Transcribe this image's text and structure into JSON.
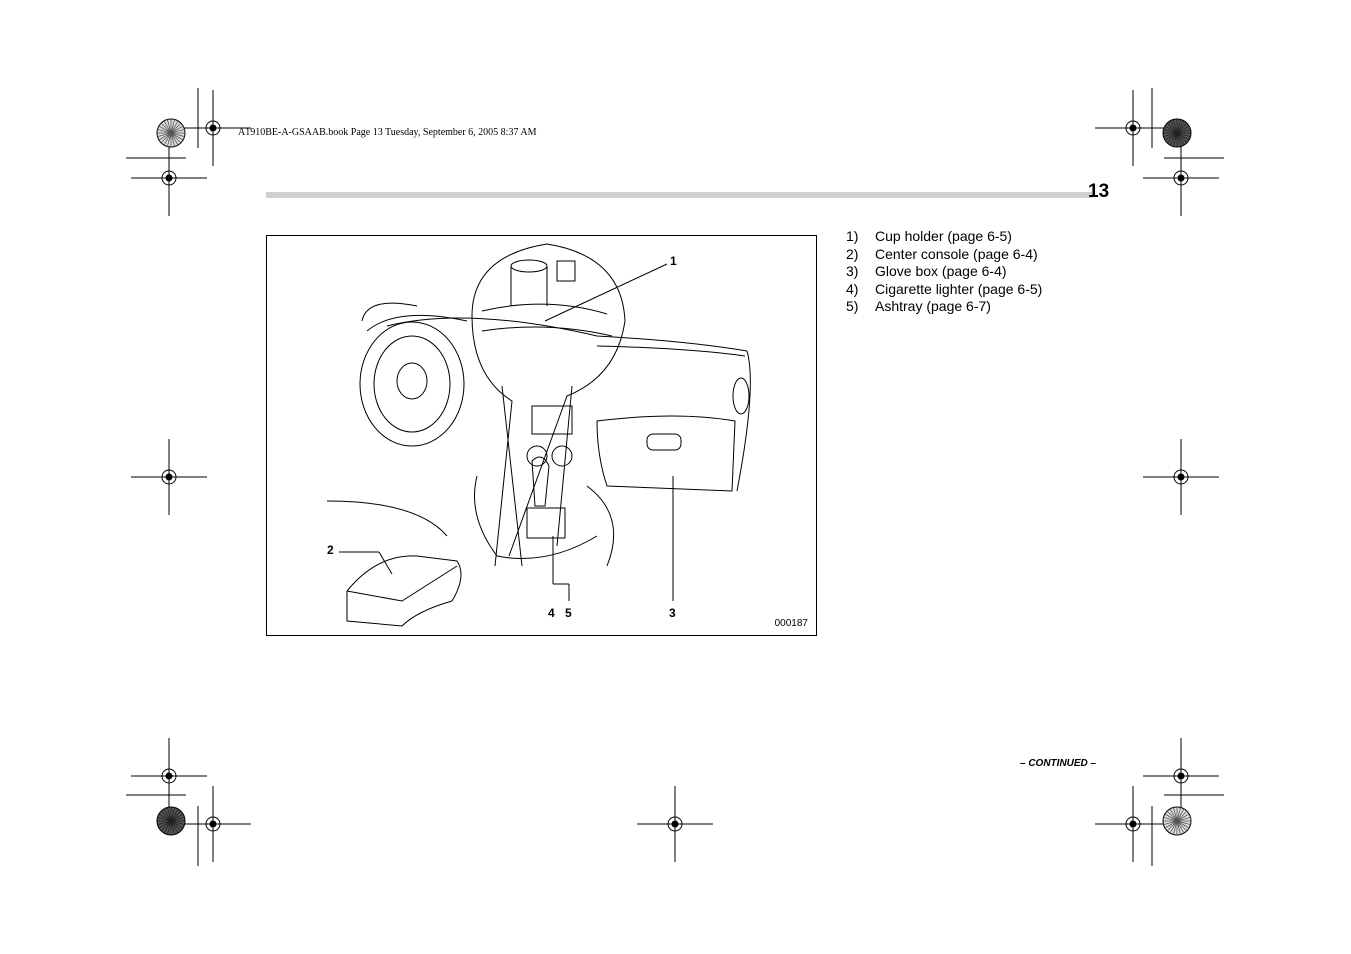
{
  "header": {
    "print_info": "A1910BE-A-GSAAB.book  Page 13  Tuesday, September 6, 2005  8:37 AM",
    "page_number": "13"
  },
  "figure": {
    "callouts": {
      "c1": "1",
      "c2": "2",
      "c3": "3",
      "c4": "4",
      "c5": "5"
    },
    "code": "000187"
  },
  "legend": [
    {
      "num": "1)",
      "text": "Cup holder (page 6-5)"
    },
    {
      "num": "2)",
      "text": "Center console (page 6-4)"
    },
    {
      "num": "3)",
      "text": "Glove box (page 6-4)"
    },
    {
      "num": "4)",
      "text": "Cigarette lighter (page 6-5)"
    },
    {
      "num": "5)",
      "text": "Ashtray (page 6-7)"
    }
  ],
  "footer": {
    "continued": "– CONTINUED –"
  }
}
